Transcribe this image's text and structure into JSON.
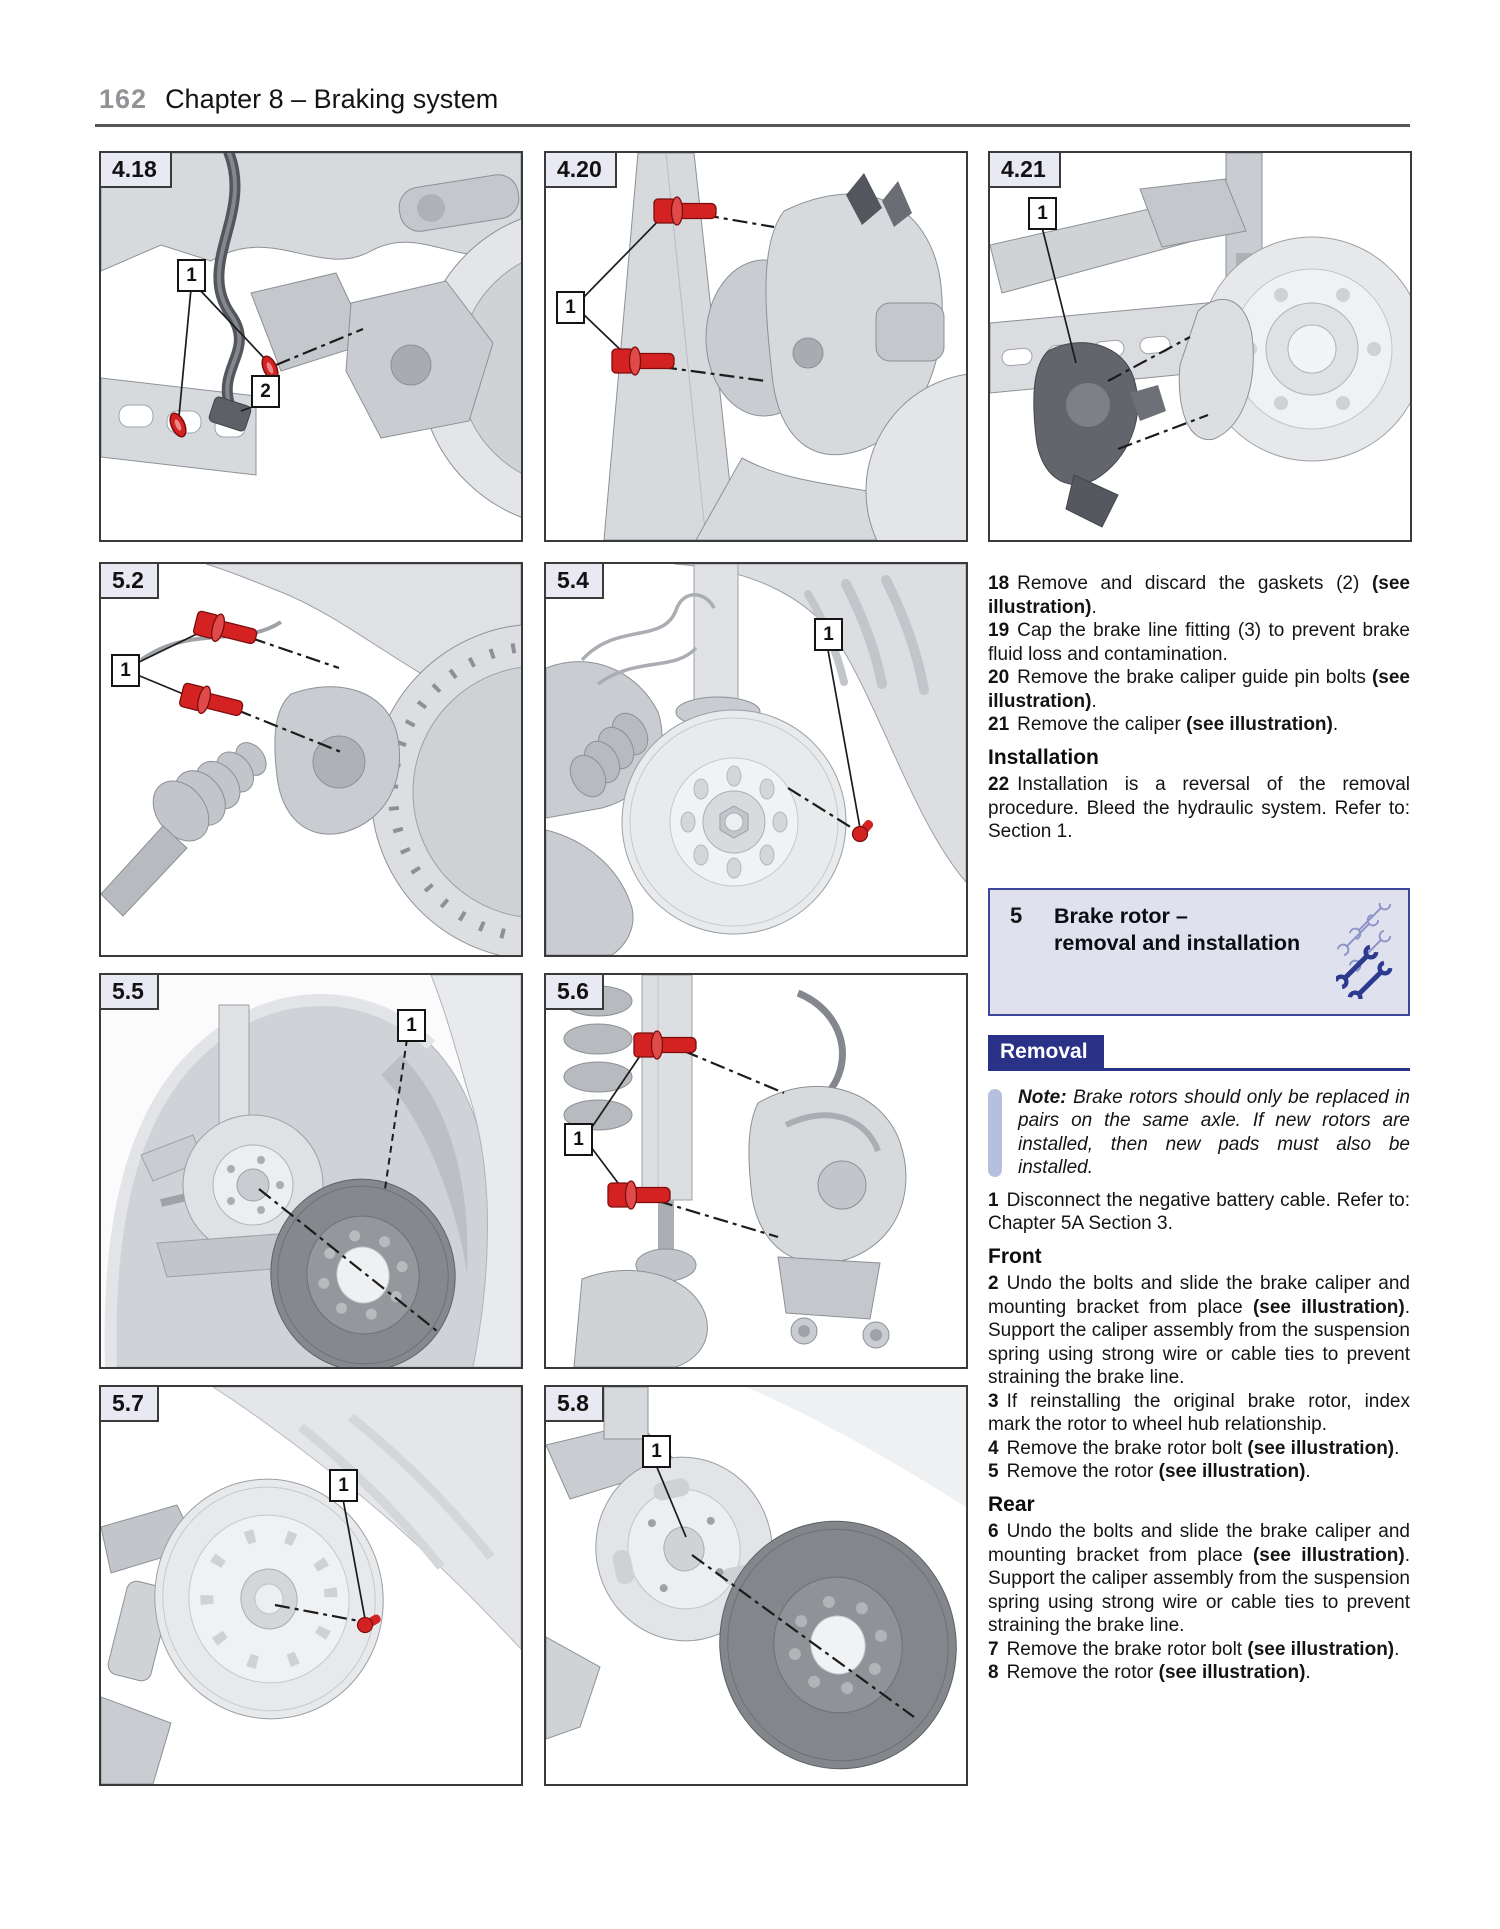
{
  "page": {
    "number": "162",
    "chapter_title": "Chapter 8 – Braking system"
  },
  "colors": {
    "accent_navy": "#2a3288",
    "section_box_bg": "#e0e1ef",
    "section_box_border": "#3d459c",
    "note_bar": "#b6c0de",
    "highlight_red": "#d42222",
    "page_number_gray": "#909295"
  },
  "figures": [
    {
      "label": "4.18",
      "callouts": [
        "1",
        "2"
      ]
    },
    {
      "label": "4.20",
      "callouts": [
        "1"
      ]
    },
    {
      "label": "4.21",
      "callouts": [
        "1"
      ]
    },
    {
      "label": "5.2",
      "callouts": [
        "1"
      ]
    },
    {
      "label": "5.4",
      "callouts": [
        "1"
      ]
    },
    {
      "label": "5.5",
      "callouts": [
        "1"
      ]
    },
    {
      "label": "5.6",
      "callouts": [
        "1"
      ]
    },
    {
      "label": "5.7",
      "callouts": [
        "1"
      ]
    },
    {
      "label": "5.8",
      "callouts": [
        "1"
      ]
    }
  ],
  "column": {
    "pre_section": [
      {
        "kind": "step",
        "segments": [
          {
            "t": "18",
            "b": true
          },
          {
            "t": "Remove and discard the gaskets (2) "
          },
          {
            "t": "(see illustration)",
            "b": true
          },
          {
            "t": "."
          }
        ]
      },
      {
        "kind": "step",
        "segments": [
          {
            "t": "19",
            "b": true
          },
          {
            "t": "Cap the brake line fitting (3) to prevent brake fluid loss and contamination."
          }
        ]
      },
      {
        "kind": "step",
        "segments": [
          {
            "t": "20",
            "b": true
          },
          {
            "t": "Remove the brake caliper guide pin bolts "
          },
          {
            "t": "(see illustration)",
            "b": true
          },
          {
            "t": "."
          }
        ]
      },
      {
        "kind": "step",
        "segments": [
          {
            "t": "21",
            "b": true
          },
          {
            "t": "Remove the caliper "
          },
          {
            "t": "(see illustration)",
            "b": true
          },
          {
            "t": "."
          }
        ]
      },
      {
        "kind": "heading",
        "text": "Installation"
      },
      {
        "kind": "step",
        "segments": [
          {
            "t": "22",
            "b": true
          },
          {
            "t": "Installation is a reversal of the removal procedure. Bleed the hydraulic system. Refer to: Section 1."
          }
        ]
      }
    ],
    "section_box": {
      "number": "5",
      "title_line1": "Brake rotor –",
      "title_line2": "removal and installation",
      "icon": "wrench-icons"
    },
    "removal_heading": "Removal",
    "note": {
      "label": "Note:",
      "text": " Brake rotors should only be replaced in pairs on the same axle. If new rotors are installed, then new pads must also be installed."
    },
    "post_section": [
      {
        "kind": "step",
        "segments": [
          {
            "t": "1",
            "b": true
          },
          {
            "t": "Disconnect the negative battery cable. Refer to: Chapter 5A Section 3."
          }
        ]
      },
      {
        "kind": "heading",
        "text": "Front"
      },
      {
        "kind": "step",
        "segments": [
          {
            "t": "2",
            "b": true
          },
          {
            "t": "Undo the bolts and slide the brake caliper and mounting bracket from place "
          },
          {
            "t": "(see illustration)",
            "b": true
          },
          {
            "t": ". Support the caliper assembly from the suspension spring using strong wire or cable ties to prevent straining the brake line."
          }
        ]
      },
      {
        "kind": "step",
        "segments": [
          {
            "t": "3",
            "b": true
          },
          {
            "t": "If reinstalling the original brake rotor, index mark the rotor to wheel hub relationship."
          }
        ]
      },
      {
        "kind": "step",
        "segments": [
          {
            "t": "4",
            "b": true
          },
          {
            "t": "Remove the brake rotor bolt "
          },
          {
            "t": "(see illustration)",
            "b": true
          },
          {
            "t": "."
          }
        ]
      },
      {
        "kind": "step",
        "segments": [
          {
            "t": "5",
            "b": true
          },
          {
            "t": "Remove the rotor "
          },
          {
            "t": "(see illustration)",
            "b": true
          },
          {
            "t": "."
          }
        ]
      },
      {
        "kind": "heading",
        "text": "Rear"
      },
      {
        "kind": "step",
        "segments": [
          {
            "t": "6",
            "b": true
          },
          {
            "t": "Undo the bolts and slide the brake caliper and mounting bracket from place "
          },
          {
            "t": "(see illustration)",
            "b": true
          },
          {
            "t": ". Support the caliper assembly from the suspension spring using strong wire or cable ties to prevent straining the brake line."
          }
        ]
      },
      {
        "kind": "step",
        "segments": [
          {
            "t": "7",
            "b": true
          },
          {
            "t": "Remove the brake rotor bolt "
          },
          {
            "t": "(see illustration)",
            "b": true
          },
          {
            "t": "."
          }
        ]
      },
      {
        "kind": "step",
        "segments": [
          {
            "t": "8",
            "b": true
          },
          {
            "t": "Remove the rotor "
          },
          {
            "t": "(see illustration)",
            "b": true
          },
          {
            "t": "."
          }
        ]
      }
    ]
  }
}
